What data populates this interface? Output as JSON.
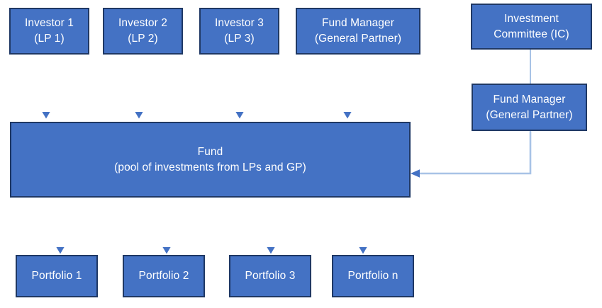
{
  "diagram": {
    "title_semantic": "private-equity-fund-structure",
    "colors": {
      "box_fill": "#4472C4",
      "box_border": "#1F3864",
      "box_text": "#FFFFFF",
      "arrow_light": "#A8C3E6",
      "arrow_dark": "#4472C4",
      "background": "#FFFFFF"
    },
    "nodes": {
      "investor1": {
        "line1": "Investor 1",
        "line2": "(LP 1)"
      },
      "investor2": {
        "line1": "Investor 2",
        "line2": "(LP 2)"
      },
      "investor3": {
        "line1": "Investor 3",
        "line2": "(LP 3)"
      },
      "fund_manager_top": {
        "line1": "Fund Manager",
        "line2": "(General Partner)"
      },
      "investment_committee": {
        "line1": "Investment",
        "line2": "Committee (IC)"
      },
      "fund_manager_right": {
        "line1": "Fund Manager",
        "line2": "(General Partner)"
      },
      "fund": {
        "line1": "Fund",
        "line2": "(pool of investments from LPs and GP)"
      },
      "portfolio1": {
        "line1": "Portfolio 1"
      },
      "portfolio2": {
        "line1": "Portfolio 2"
      },
      "portfolio3": {
        "line1": "Portfolio 3"
      },
      "portfolion": {
        "line1": "Portfolio n"
      }
    },
    "edges": [
      {
        "name": "investor1-to-fund",
        "from": "investor1",
        "to": "fund",
        "style": "arrow-down"
      },
      {
        "name": "investor2-to-fund",
        "from": "investor2",
        "to": "fund",
        "style": "arrow-down"
      },
      {
        "name": "investor3-to-fund",
        "from": "investor3",
        "to": "fund",
        "style": "arrow-down"
      },
      {
        "name": "fund-manager-to-fund",
        "from": "fund_manager_top",
        "to": "fund",
        "style": "arrow-down"
      },
      {
        "name": "ic-to-fund-manager-right",
        "from": "investment_committee",
        "to": "fund_manager_right",
        "style": "plain-line"
      },
      {
        "name": "fund-manager-right-to-fund",
        "from": "fund_manager_right",
        "to": "fund",
        "style": "elbow-arrow-left"
      },
      {
        "name": "fund-to-portfolio1",
        "from": "fund",
        "to": "portfolio1",
        "style": "arrow-down"
      },
      {
        "name": "fund-to-portfolio2",
        "from": "fund",
        "to": "portfolio2",
        "style": "arrow-down"
      },
      {
        "name": "fund-to-portfolio3",
        "from": "fund",
        "to": "portfolio3",
        "style": "arrow-down"
      },
      {
        "name": "fund-to-portfolion",
        "from": "fund",
        "to": "portfolion",
        "style": "arrow-down"
      }
    ]
  }
}
